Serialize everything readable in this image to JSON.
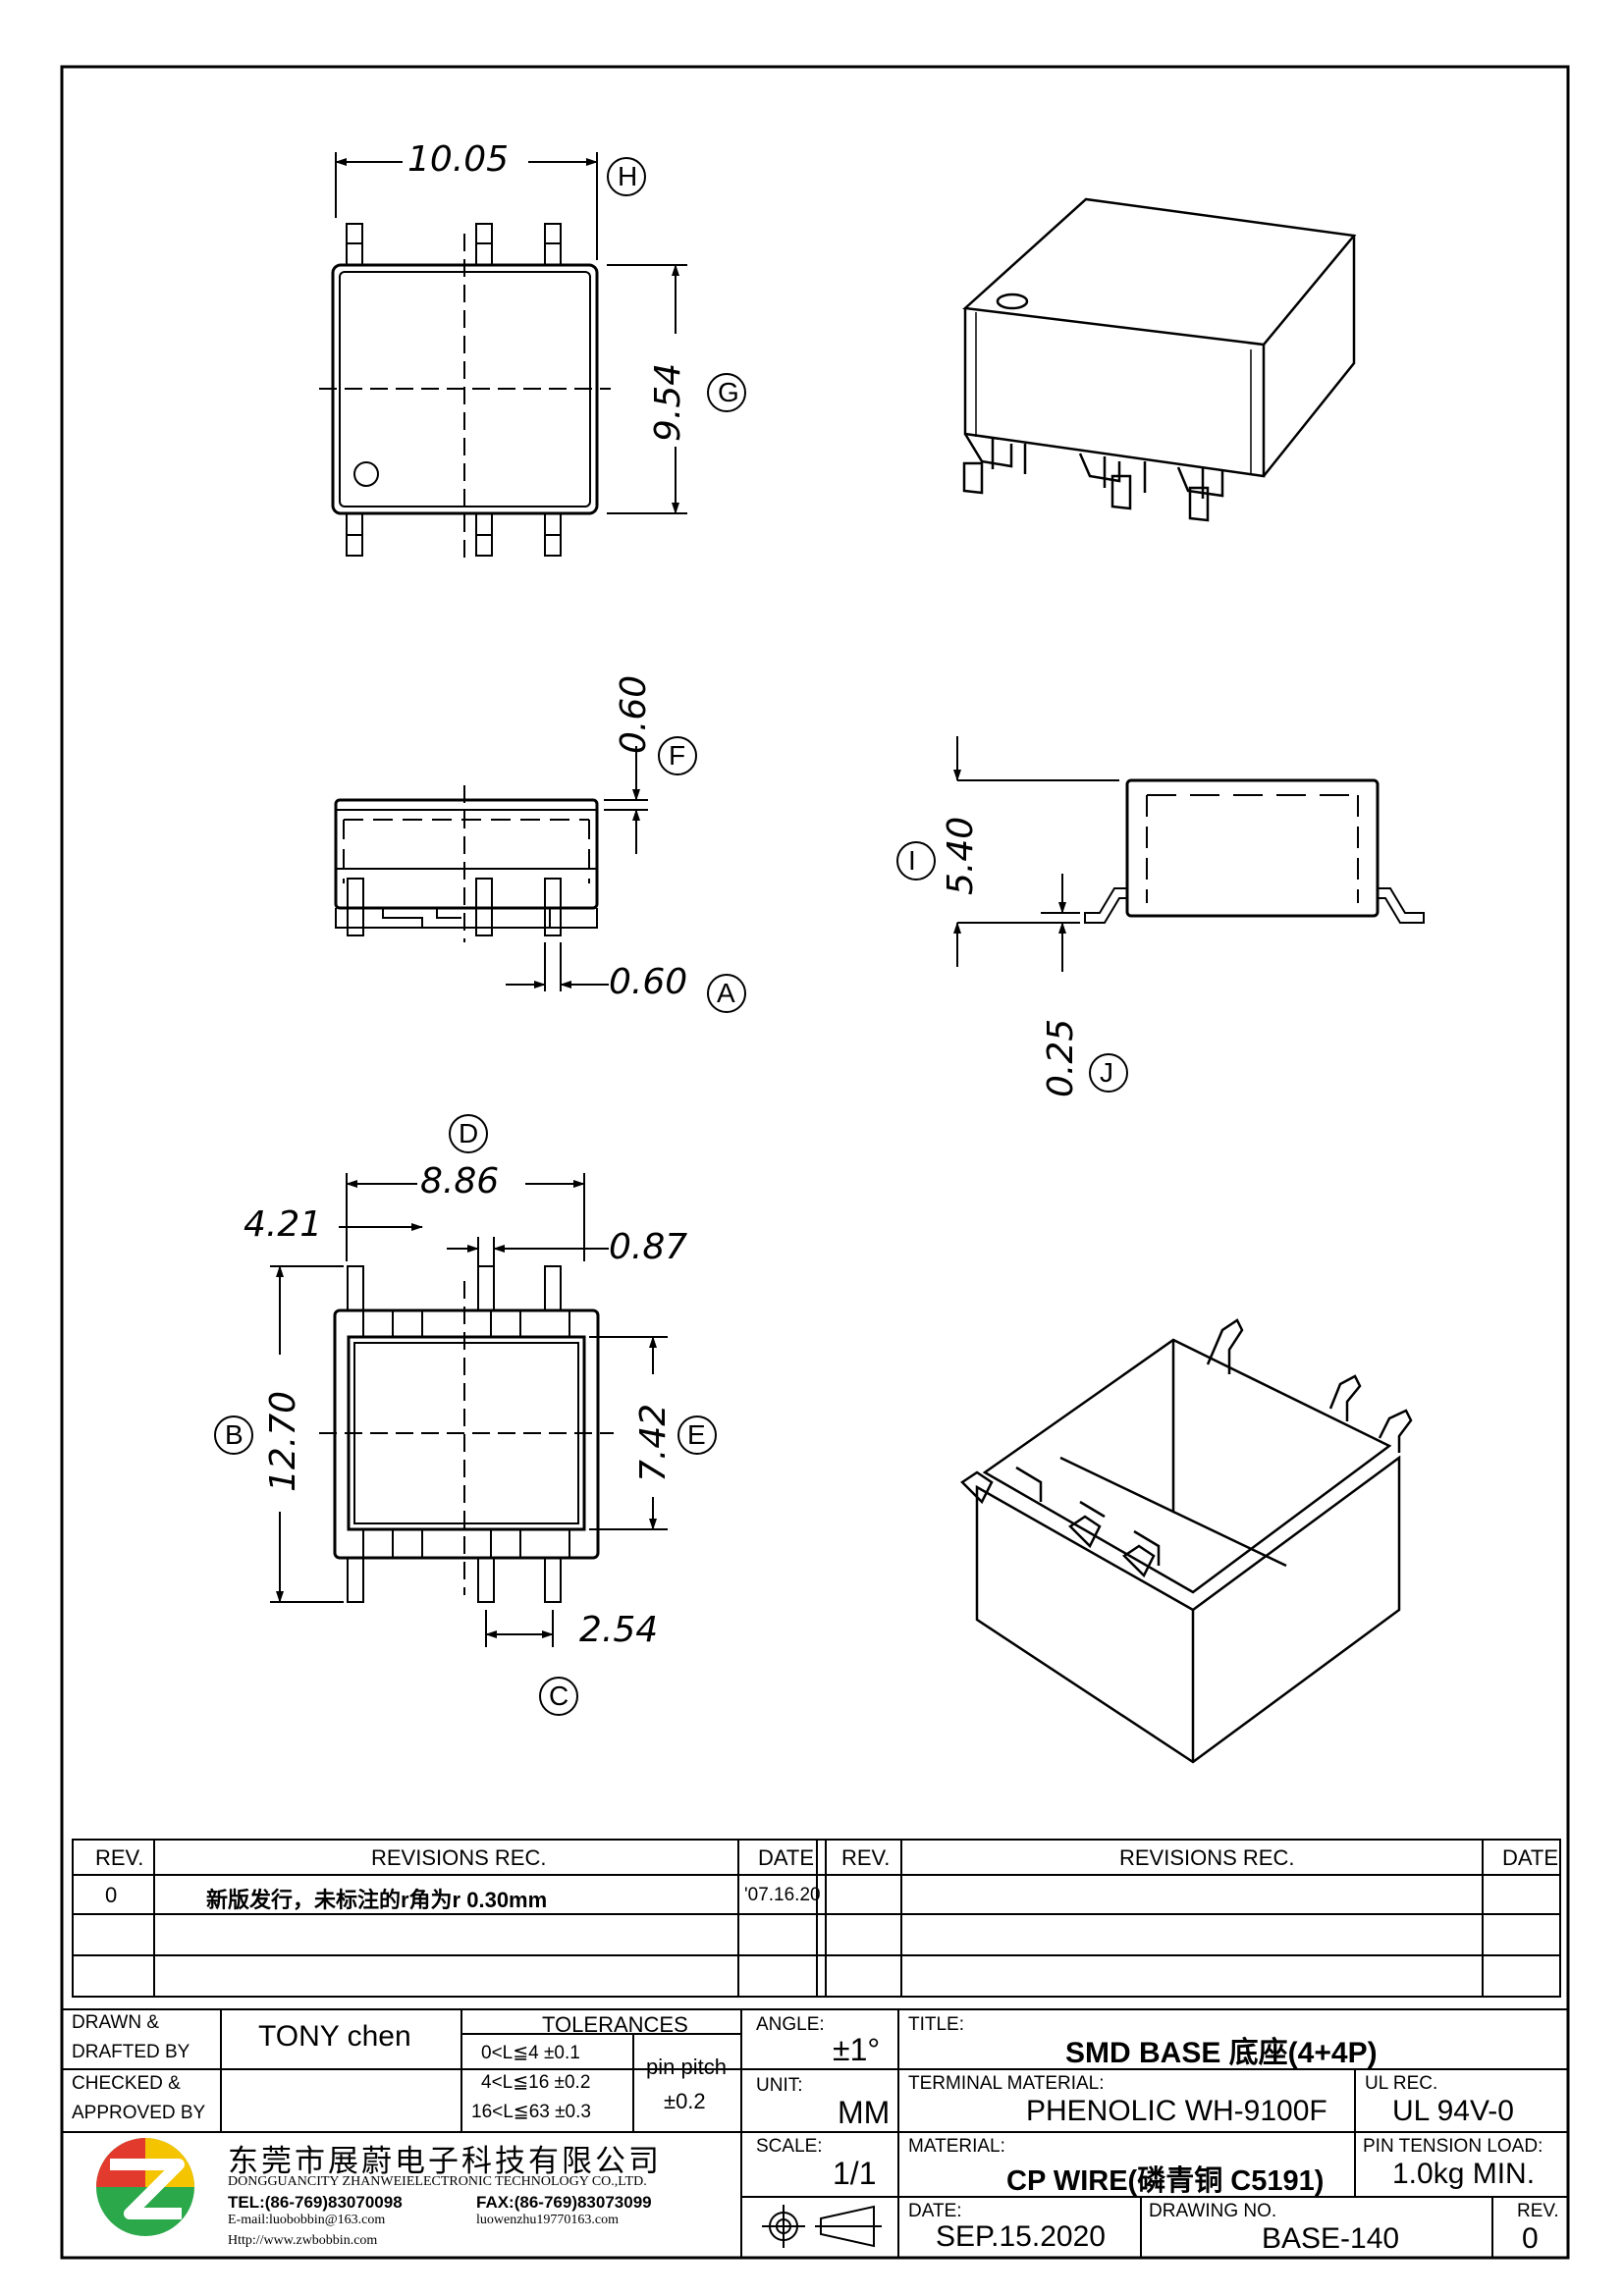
{
  "dims": {
    "H": "10.05",
    "G": "9.54",
    "F": "0.60",
    "A": "0.60",
    "I": "5.40",
    "J": "0.25",
    "D": "8.86",
    "d421": "4.21",
    "d087": "0.87",
    "B": "12.70",
    "E": "7.42",
    "C": "2.54"
  },
  "callouts": [
    "H",
    "G",
    "F",
    "A",
    "I",
    "J",
    "D",
    "B",
    "E",
    "C"
  ],
  "revisions": {
    "headers": {
      "rev": "REV.",
      "rec": "REVISIONS   REC.",
      "date": "DATE"
    },
    "row1": {
      "rev": "0",
      "text": "新版发行，未标注的r角为r 0.30mm",
      "date": "'07.16.20"
    }
  },
  "title_block": {
    "drawn_label1": "DRAWN &",
    "drawn_label2": "DRAFTED BY",
    "drawn_value": "TONY  chen",
    "checked_label1": "CHECKED &",
    "checked_label2": "APPROVED BY",
    "tolerances_label": "TOLERANCES",
    "tol1": "0<L≦4    ±0.1",
    "tol2": "4<L≦16  ±0.2",
    "tol3": "16<L≦63  ±0.3",
    "pin_pitch": "pin pitch",
    "pin_pitch_tol": "±0.2",
    "angle_label": "ANGLE:",
    "angle_value": "±1°",
    "unit_label": "UNIT:",
    "unit_value": "MM",
    "scale_label": "SCALE:",
    "scale_value": "1/1",
    "title_label": "TITLE:",
    "title_value": "SMD  BASE 底座(4+4P)",
    "terminal_label": "TERMINAL  MATERIAL:",
    "terminal_value": "PHENOLIC  WH-9100F",
    "ul_label": "UL  REC.",
    "ul_value": "UL  94V-0",
    "material_label": "MATERIAL:",
    "material_value": "CP WIRE(磷青铜 C5191)",
    "pin_label": "PIN  TENSION  LOAD:",
    "pin_value": "1.0kg  MIN.",
    "date_label": "DATE:",
    "date_value": "SEP.15.2020",
    "drawing_no_label": "DRAWING  NO.",
    "drawing_no_value": "BASE-140",
    "rev_label": "REV.",
    "rev_value": "0"
  },
  "company": {
    "name_cn": "东莞市展蔚电子科技有限公司",
    "name_en": "DONGGUANCITY  ZHANWEIELECTRONIC  TECHNOLOGY  CO.,LTD.",
    "tel": "TEL:(86-769)83070098",
    "fax": "FAX:(86-769)83073099",
    "email1": "E-mail:luobobbin@163.com",
    "email2": "luowenzhu19770163.com",
    "web": "Http://www.zwbobbin.com",
    "logo_colors": [
      "#e23b2e",
      "#f5c400",
      "#2aa84a"
    ]
  }
}
